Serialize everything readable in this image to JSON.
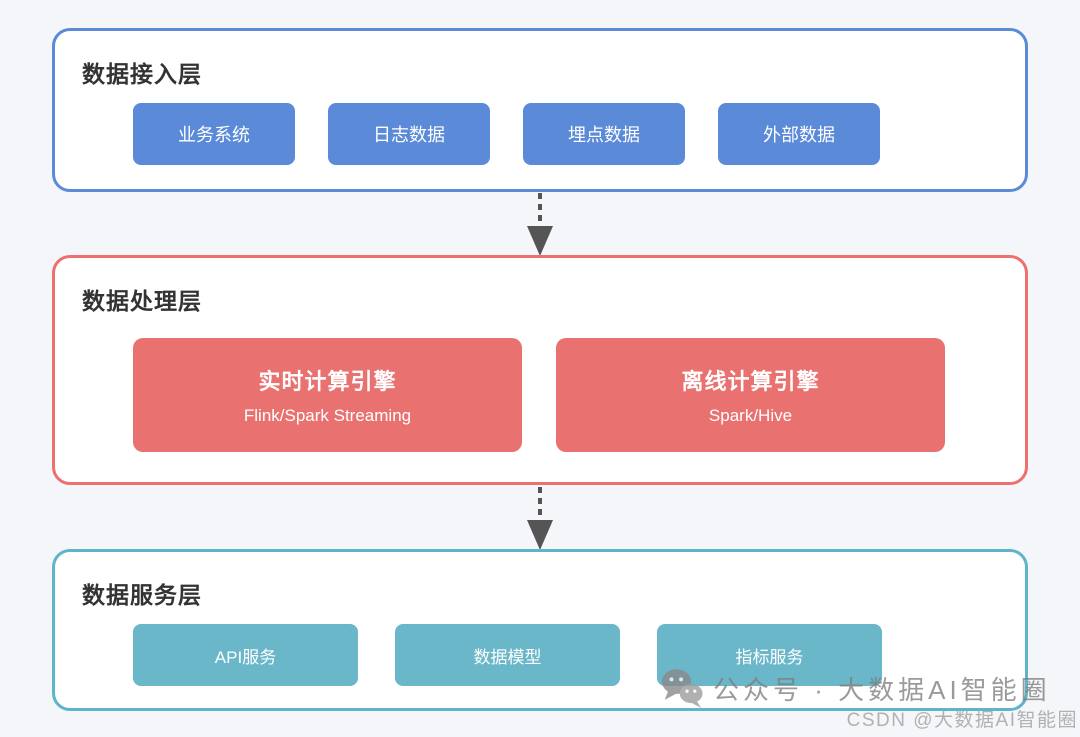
{
  "diagram": {
    "layers": [
      {
        "title": "数据接入层",
        "accent": "#5a8ad8",
        "boxes": [
          {
            "label": "业务系统"
          },
          {
            "label": "日志数据"
          },
          {
            "label": "埋点数据"
          },
          {
            "label": "外部数据"
          }
        ]
      },
      {
        "title": "数据处理层",
        "accent": "#ee6f6e",
        "box_fill": "#e97170",
        "boxes": [
          {
            "label": "实时计算引擎",
            "sublabel": "Flink/Spark Streaming"
          },
          {
            "label": "离线计算引擎",
            "sublabel": "Spark/Hive"
          }
        ]
      },
      {
        "title": "数据服务层",
        "accent": "#5cb5c9",
        "box_fill": "#6ab7ca",
        "boxes": [
          {
            "label": "API服务"
          },
          {
            "label": "数据模型"
          },
          {
            "label": "指标服务"
          }
        ]
      }
    ],
    "colors": {
      "page_background": "#f4f6f9",
      "container_fill": "#ffffff",
      "title_text": "#333333",
      "node_text": "#ffffff",
      "arrow": "#555555"
    }
  },
  "watermark": {
    "wechat_line": "公众号 · 大数据AI智能圈",
    "csdn_line": "CSDN @大数据AI智能圈"
  }
}
